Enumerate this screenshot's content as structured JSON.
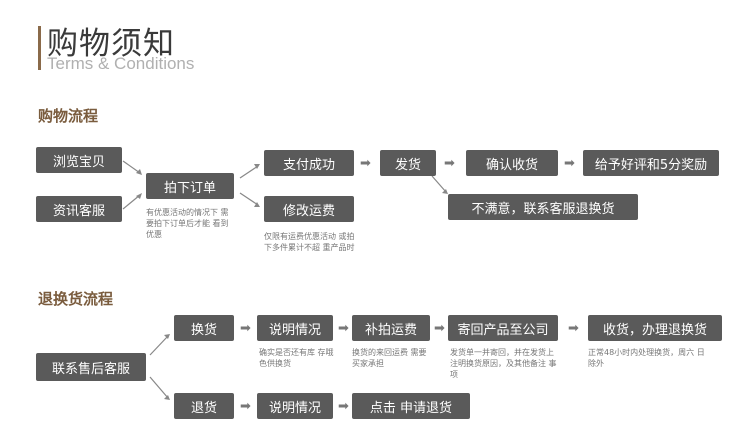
{
  "header": {
    "title_cn": "购物须知",
    "title_en": "Terms & Conditions"
  },
  "purchase": {
    "section_title": "购物流程",
    "browse": "浏览宝贝",
    "consult": "资讯客服",
    "place_order": "拍下订单",
    "place_order_note": "有优惠活动的情况下 需要拍下订单后才能 看到优惠",
    "pay_success": "支付成功",
    "modify_shipping": "修改运费",
    "modify_shipping_note": "仅限有运费优惠活动 或拍下多件累计不超 重产品时",
    "ship": "发货",
    "confirm_receipt": "确认收货",
    "review_reward": "给予好评和5分奖励",
    "unsatisfied": "不满意，联系客服退换货"
  },
  "returns": {
    "section_title": "退换货流程",
    "contact_service": "联系售后客服",
    "exchange": "换货",
    "explain_1": "说明情况",
    "explain_1_note": "确实是否还有库 存哦色供换货",
    "pay_shipping": "补拍运费",
    "pay_shipping_note": "换货的来回运费 需要买家承担",
    "send_back": "寄回产品至公司",
    "send_back_note": "发货单一并寄回，并在发货上 注明换货原因，及其他备注 事项",
    "receive_process": "收货，办理退换货",
    "receive_process_note": "正常48小时内处理换货，周六 日除外",
    "refund": "退货",
    "explain_2": "说明情况",
    "apply_refund": "点击  申请退货"
  },
  "colors": {
    "box_bg": "#5a5a5a",
    "section_title": "#7a5c3e",
    "accent_bar": "#8a6a4a"
  }
}
